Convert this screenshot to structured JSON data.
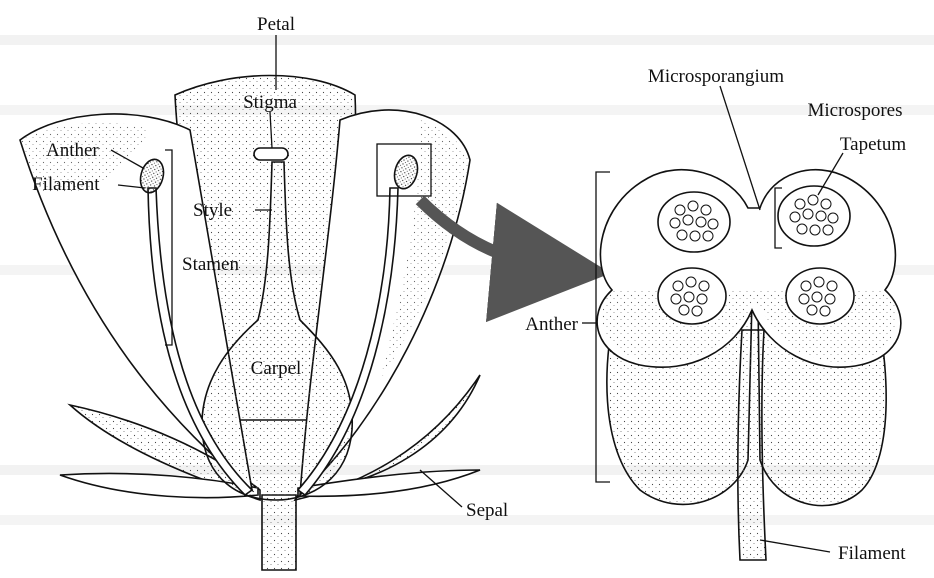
{
  "flower": {
    "labels": {
      "petal": "Petal",
      "stigma": "Stigma",
      "anther": "Anther",
      "filament": "Filament",
      "style": "Style",
      "stamen": "Stamen",
      "carpel": "Carpel",
      "sepal": "Sepal"
    }
  },
  "anther_detail": {
    "labels": {
      "microsporangium": "Microsporangium",
      "microspores": "Microspores",
      "tapetum": "Tapetum",
      "anther": "Anther",
      "filament": "Filament"
    }
  },
  "colors": {
    "ink": "#111111",
    "paper": "#ffffff",
    "arrow": "#555555",
    "bleed_through_text": "#d6d6d6"
  }
}
